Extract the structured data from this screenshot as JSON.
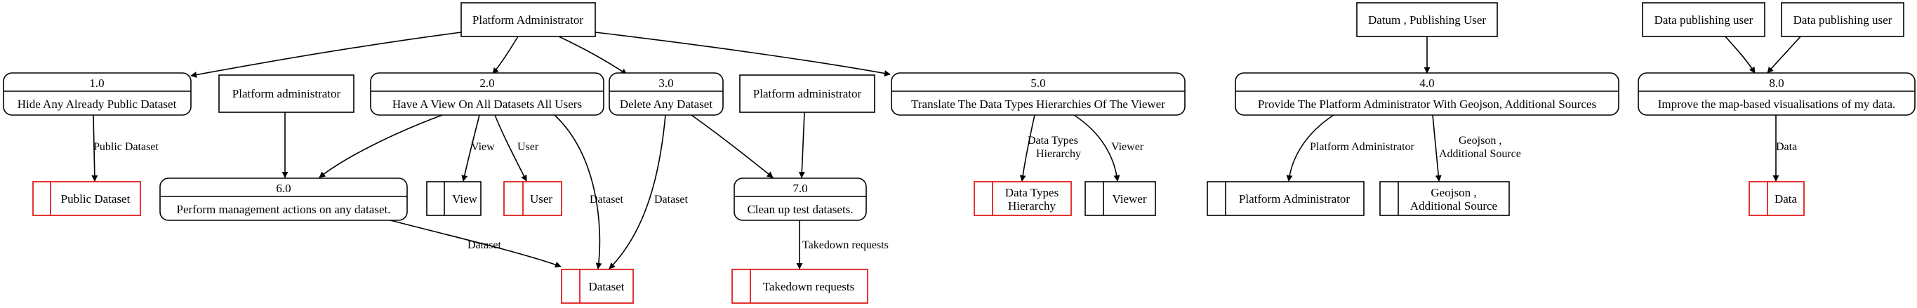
{
  "entities": {
    "admin_top": "Platform Administrator",
    "admin_6": "Platform administrator",
    "admin_7": "Platform administrator",
    "datum_user": "Datum , Publishing User",
    "dpu_a": "Data publishing user",
    "dpu_b": "Data publishing user"
  },
  "processes": {
    "p1": {
      "id": "1.0",
      "label": "Hide Any Already Public Dataset"
    },
    "p2": {
      "id": "2.0",
      "label": "Have A View On All Datasets All Users"
    },
    "p3": {
      "id": "3.0",
      "label": "Delete Any Dataset"
    },
    "p5": {
      "id": "5.0",
      "label": "Translate The Data Types Hierarchies Of The Viewer"
    },
    "p4": {
      "id": "4.0",
      "label": "Provide The Platform Administrator With Geojson, Additional Sources"
    },
    "p8": {
      "id": "8.0",
      "label": "Improve the map-based visualisations of my data."
    },
    "p6": {
      "id": "6.0",
      "label": "Perform management actions on any dataset."
    },
    "p7": {
      "id": "7.0",
      "label": "Clean up test datasets."
    }
  },
  "stores": {
    "public_dataset": "Public Dataset",
    "view": "View",
    "user": "User",
    "dataset": "Dataset",
    "takedown": "Takedown requests",
    "dth_line1": "Data Types",
    "dth_line2": "Hierarchy",
    "viewer": "Viewer",
    "platform_admin": "Platform Administrator",
    "geo_line1": "Geojson ,",
    "geo_line2": "Additional Source",
    "data": "Data"
  },
  "edge_labels": {
    "public_dataset": "Public Dataset",
    "view": "View",
    "user": "User",
    "dataset_from_2": "Dataset",
    "dataset_from_3": "Dataset",
    "dataset_from_6": "Dataset",
    "takedown": "Takedown requests",
    "dth_line1": "Data Types",
    "dth_line2": "Hierarchy",
    "viewer": "Viewer",
    "platform_admin": "Platform Administrator",
    "geo_line1": "Geojson ,",
    "geo_line2": "Additional Source",
    "data": "Data"
  },
  "colors": {
    "line": "#000000",
    "store_red": "#e00000"
  }
}
